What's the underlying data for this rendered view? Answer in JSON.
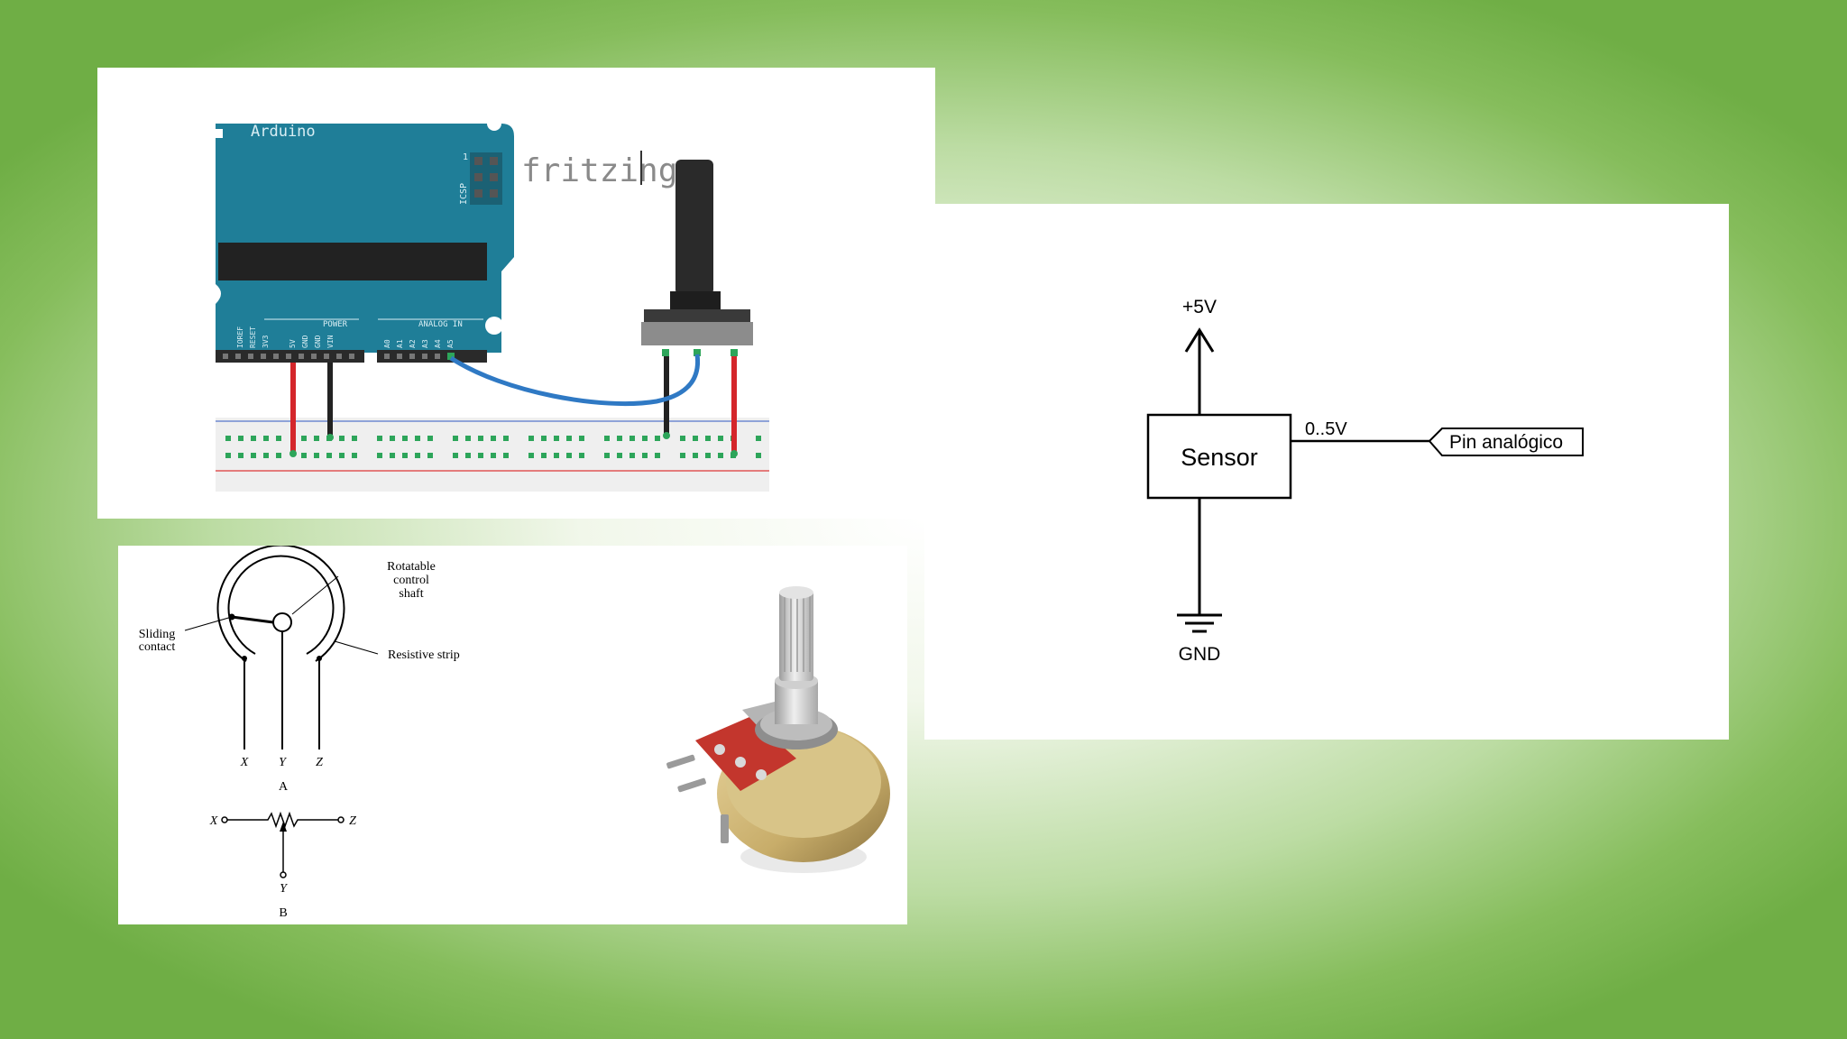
{
  "fritzing": {
    "board_label": "Arduino",
    "brand_label": "fritzing",
    "icsp_label": "ICSP",
    "icsp_pin_number": "1",
    "power_header_label": "POWER",
    "analog_header_label": "ANALOG IN",
    "power_pin_labels": [
      "IOREF",
      "RESET",
      "3V3",
      "5V",
      "GND",
      "GND",
      "VIN"
    ],
    "analog_pin_labels": [
      "A0",
      "A1",
      "A2",
      "A3",
      "A4",
      "A5"
    ],
    "colors": {
      "board": "#1f7e98",
      "wire_5v": "#d4262b",
      "wire_gnd": "#222222",
      "wire_signal": "#2f79c4",
      "breadboard_dot": "#2da55a"
    }
  },
  "schematic": {
    "supply_label": "+5V",
    "block_label": "Sensor",
    "output_range_label": "0..5V",
    "pin_label": "Pin analógico",
    "ground_label": "GND"
  },
  "pot_diagram": {
    "label_shaft": [
      "Rotatable",
      "control",
      "shaft"
    ],
    "label_sliding": [
      "Sliding",
      "contact"
    ],
    "label_strip": "Resistive strip",
    "terminal_x": "X",
    "terminal_y": "Y",
    "terminal_z": "Z",
    "caption_a": "A",
    "caption_b": "B",
    "symbol_x": "X",
    "symbol_y": "Y",
    "symbol_z": "Z"
  },
  "pot_photo": {
    "colors": {
      "body": "#c8ad6a",
      "board": "#c3362d",
      "shaft": "#d4d4d4"
    }
  }
}
